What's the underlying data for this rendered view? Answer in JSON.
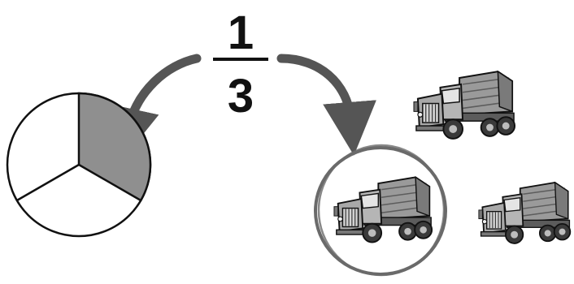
{
  "fraction": {
    "numerator": "1",
    "denominator": "3"
  },
  "pie": {
    "total_parts": 3,
    "shaded_parts": 1,
    "shaded_color": "#8f8f8f",
    "unshaded_color": "#ffffff"
  },
  "trucks": {
    "count": 3,
    "circled_count": 1
  },
  "colors": {
    "arrow": "#555555",
    "outline": "#111111",
    "circle_stroke": "#6a6a6a",
    "truck_body": "#9a9a9a",
    "truck_dark": "#5c5c5c",
    "truck_light": "#d2d2d2"
  },
  "icons": [
    "pie-chart-icon",
    "curved-arrow-icon",
    "dump-truck-icon",
    "circle-highlight-icon"
  ]
}
